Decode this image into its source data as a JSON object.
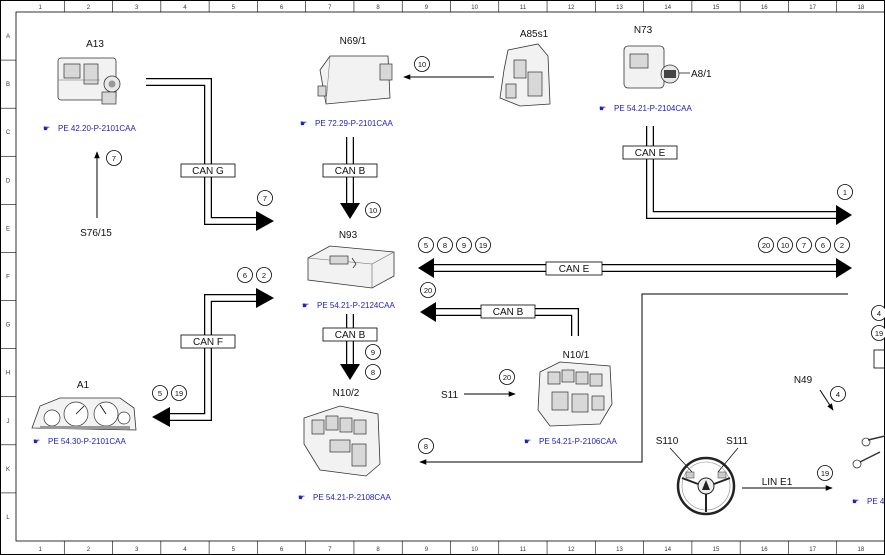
{
  "components": {
    "a13": "A13",
    "n69_1": "N69/1",
    "a85s1": "A85s1",
    "n73": "N73",
    "a8_1": "A8/1",
    "s76_15": "S76/15",
    "n93": "N93",
    "a1": "A1",
    "n10_2": "N10/2",
    "n10_1": "N10/1",
    "s11": "S11",
    "s110": "S110",
    "s111": "S111",
    "n49": "N49"
  },
  "references": {
    "a13": "PE 42.20-P-2101CAA",
    "n69_1": "PE 72.29-P-2101CAA",
    "n73": "PE 54.21-P-2104CAA",
    "n93": "PE 54.21-P-2124CAA",
    "a1": "PE 54.30-P-2101CAA",
    "n10_1": "PE 54.21-P-2106CAA",
    "n10_2": "PE 54.21-P-2108CAA",
    "cut": "PE 4"
  },
  "buses": {
    "can_g": "CAN G",
    "can_b_upper": "CAN B",
    "can_e_n73": "CAN E",
    "can_e_main": "CAN E",
    "can_b_n10_1": "CAN B",
    "can_f": "CAN F",
    "can_b_lower": "CAN B",
    "lin_e1": "LIN E1"
  },
  "signals": {
    "s_a85s1": "10",
    "s_s76": "7",
    "s_can_g": "7",
    "s_can_b_upper": "10",
    "s_n73": "1",
    "s_can_e_left": [
      "5",
      "8",
      "9",
      "19"
    ],
    "s_can_e_right": [
      "20",
      "10",
      "7",
      "6",
      "2"
    ],
    "s_can_f_top": [
      "6",
      "2"
    ],
    "s_can_b_mid": "20",
    "s_can_f_bottom": [
      "5",
      "19"
    ],
    "s_can_b_lower": [
      "9",
      "8"
    ],
    "s_s11": "20",
    "s_n10_2": "8",
    "s_n49": "4",
    "s_lin": "19",
    "s_right_edge": [
      "4",
      "19"
    ]
  },
  "grid": {
    "columns": [
      "1",
      "2",
      "3",
      "4",
      "5",
      "6",
      "7",
      "8",
      "9",
      "10",
      "11",
      "12",
      "13",
      "14",
      "15",
      "16",
      "17",
      "18"
    ],
    "rows": [
      "A",
      "B",
      "C",
      "D",
      "E",
      "F",
      "G",
      "H",
      "J",
      "K",
      "L"
    ]
  }
}
